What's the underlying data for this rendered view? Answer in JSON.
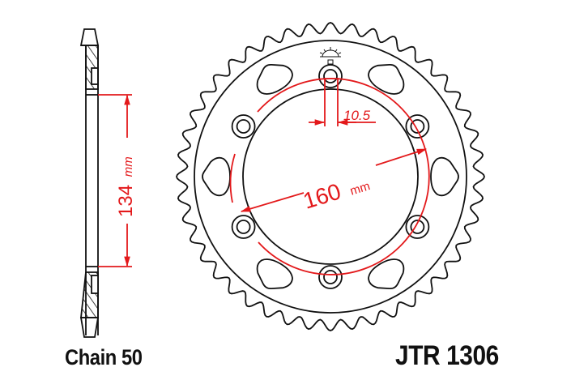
{
  "colors": {
    "outline": "#111111",
    "dimension": "#e3191b",
    "background": "#ffffff"
  },
  "side_profile": {
    "dimension_value": "134",
    "dimension_unit": "mm"
  },
  "sprocket": {
    "teeth": 44,
    "bolt_holes": 6,
    "lightening_holes": 6,
    "bolt_circle_value": "160",
    "bolt_circle_unit": "mm",
    "bolt_hole_diameter": "10.5"
  },
  "captions": {
    "chain": "Chain 50",
    "part_number": "JTR 1306"
  }
}
